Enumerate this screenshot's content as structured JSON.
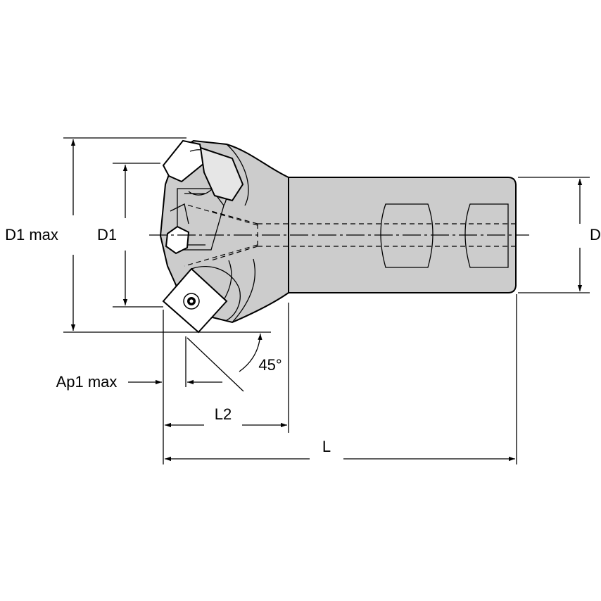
{
  "labels": {
    "d1_max": "D1 max",
    "d1": "D1",
    "d": "D",
    "ap1_max": "Ap1 max",
    "angle": "45°",
    "l2": "L2",
    "l": "L"
  },
  "colors": {
    "body_fill": "#cccccc",
    "insert_fill": "#ffffff",
    "line": "#000000"
  }
}
